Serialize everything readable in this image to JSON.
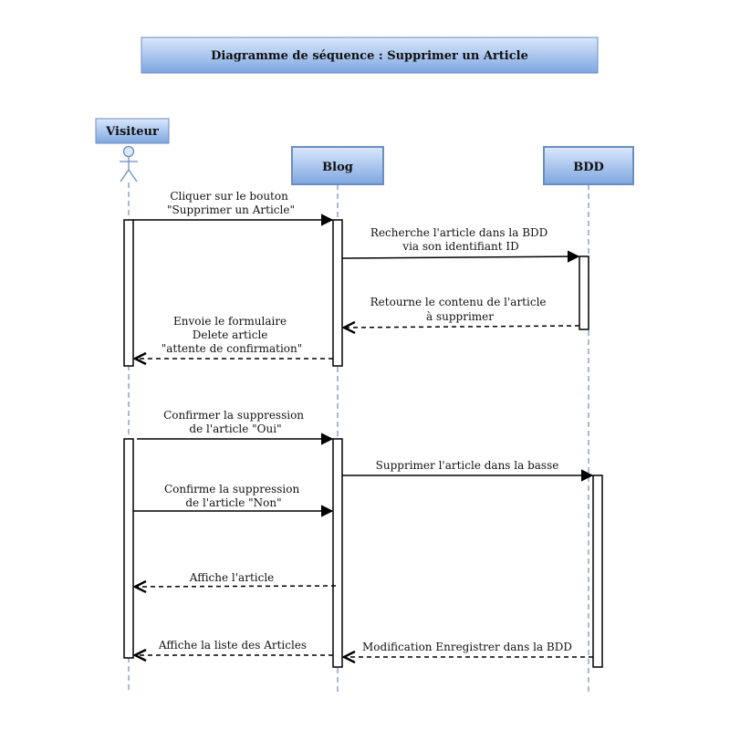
{
  "title": "Diagramme de séquence : Supprimer un Article",
  "participants": {
    "visiteur": {
      "label": "Visiteur",
      "kind": "actor"
    },
    "blog": {
      "label": "Blog"
    },
    "bdd": {
      "label": "BDD"
    }
  },
  "messages": {
    "m1": {
      "lines": [
        "Cliquer sur le bouton",
        "\"Supprimer un Article\""
      ],
      "from": "Visiteur",
      "to": "Blog",
      "style": "solid"
    },
    "m2": {
      "lines": [
        "Recherche l'article dans la BDD",
        "via son identifiant ID"
      ],
      "from": "Blog",
      "to": "BDD",
      "style": "solid"
    },
    "m3": {
      "lines": [
        "Retourne le contenu de l'article",
        "à supprimer"
      ],
      "from": "BDD",
      "to": "Blog",
      "style": "dashed"
    },
    "m4": {
      "lines": [
        "Envoie le formulaire",
        "Delete article",
        "\"attente de confirmation\""
      ],
      "from": "Blog",
      "to": "Visiteur",
      "style": "dashed"
    },
    "m5": {
      "lines": [
        "Confirmer la suppression",
        "de l'article \"Oui\""
      ],
      "from": "Visiteur",
      "to": "Blog",
      "style": "solid"
    },
    "m6": {
      "lines": [
        "Supprimer l'article dans la basse"
      ],
      "from": "Blog",
      "to": "BDD",
      "style": "solid"
    },
    "m7": {
      "lines": [
        "Confirme la suppression",
        "de l'article \"Non\""
      ],
      "from": "Visiteur",
      "to": "Blog",
      "style": "solid"
    },
    "m8": {
      "lines": [
        "Affiche l'article"
      ],
      "from": "Blog",
      "to": "Visiteur",
      "style": "dashed"
    },
    "m9": {
      "lines": [
        "Affiche la liste des Articles"
      ],
      "from": "Blog",
      "to": "Visiteur",
      "style": "dashed"
    },
    "m10": {
      "lines": [
        "Modification Enregistrer dans la BDD"
      ],
      "from": "BDD",
      "to": "Blog",
      "style": "dashed"
    }
  },
  "colors": {
    "header_fill_top": "#dae8fc",
    "header_fill_bottom": "#7ea6e0",
    "header_border": "#6c8ebf",
    "lifeline": "#6c8ebf",
    "arrow": "#000000"
  }
}
